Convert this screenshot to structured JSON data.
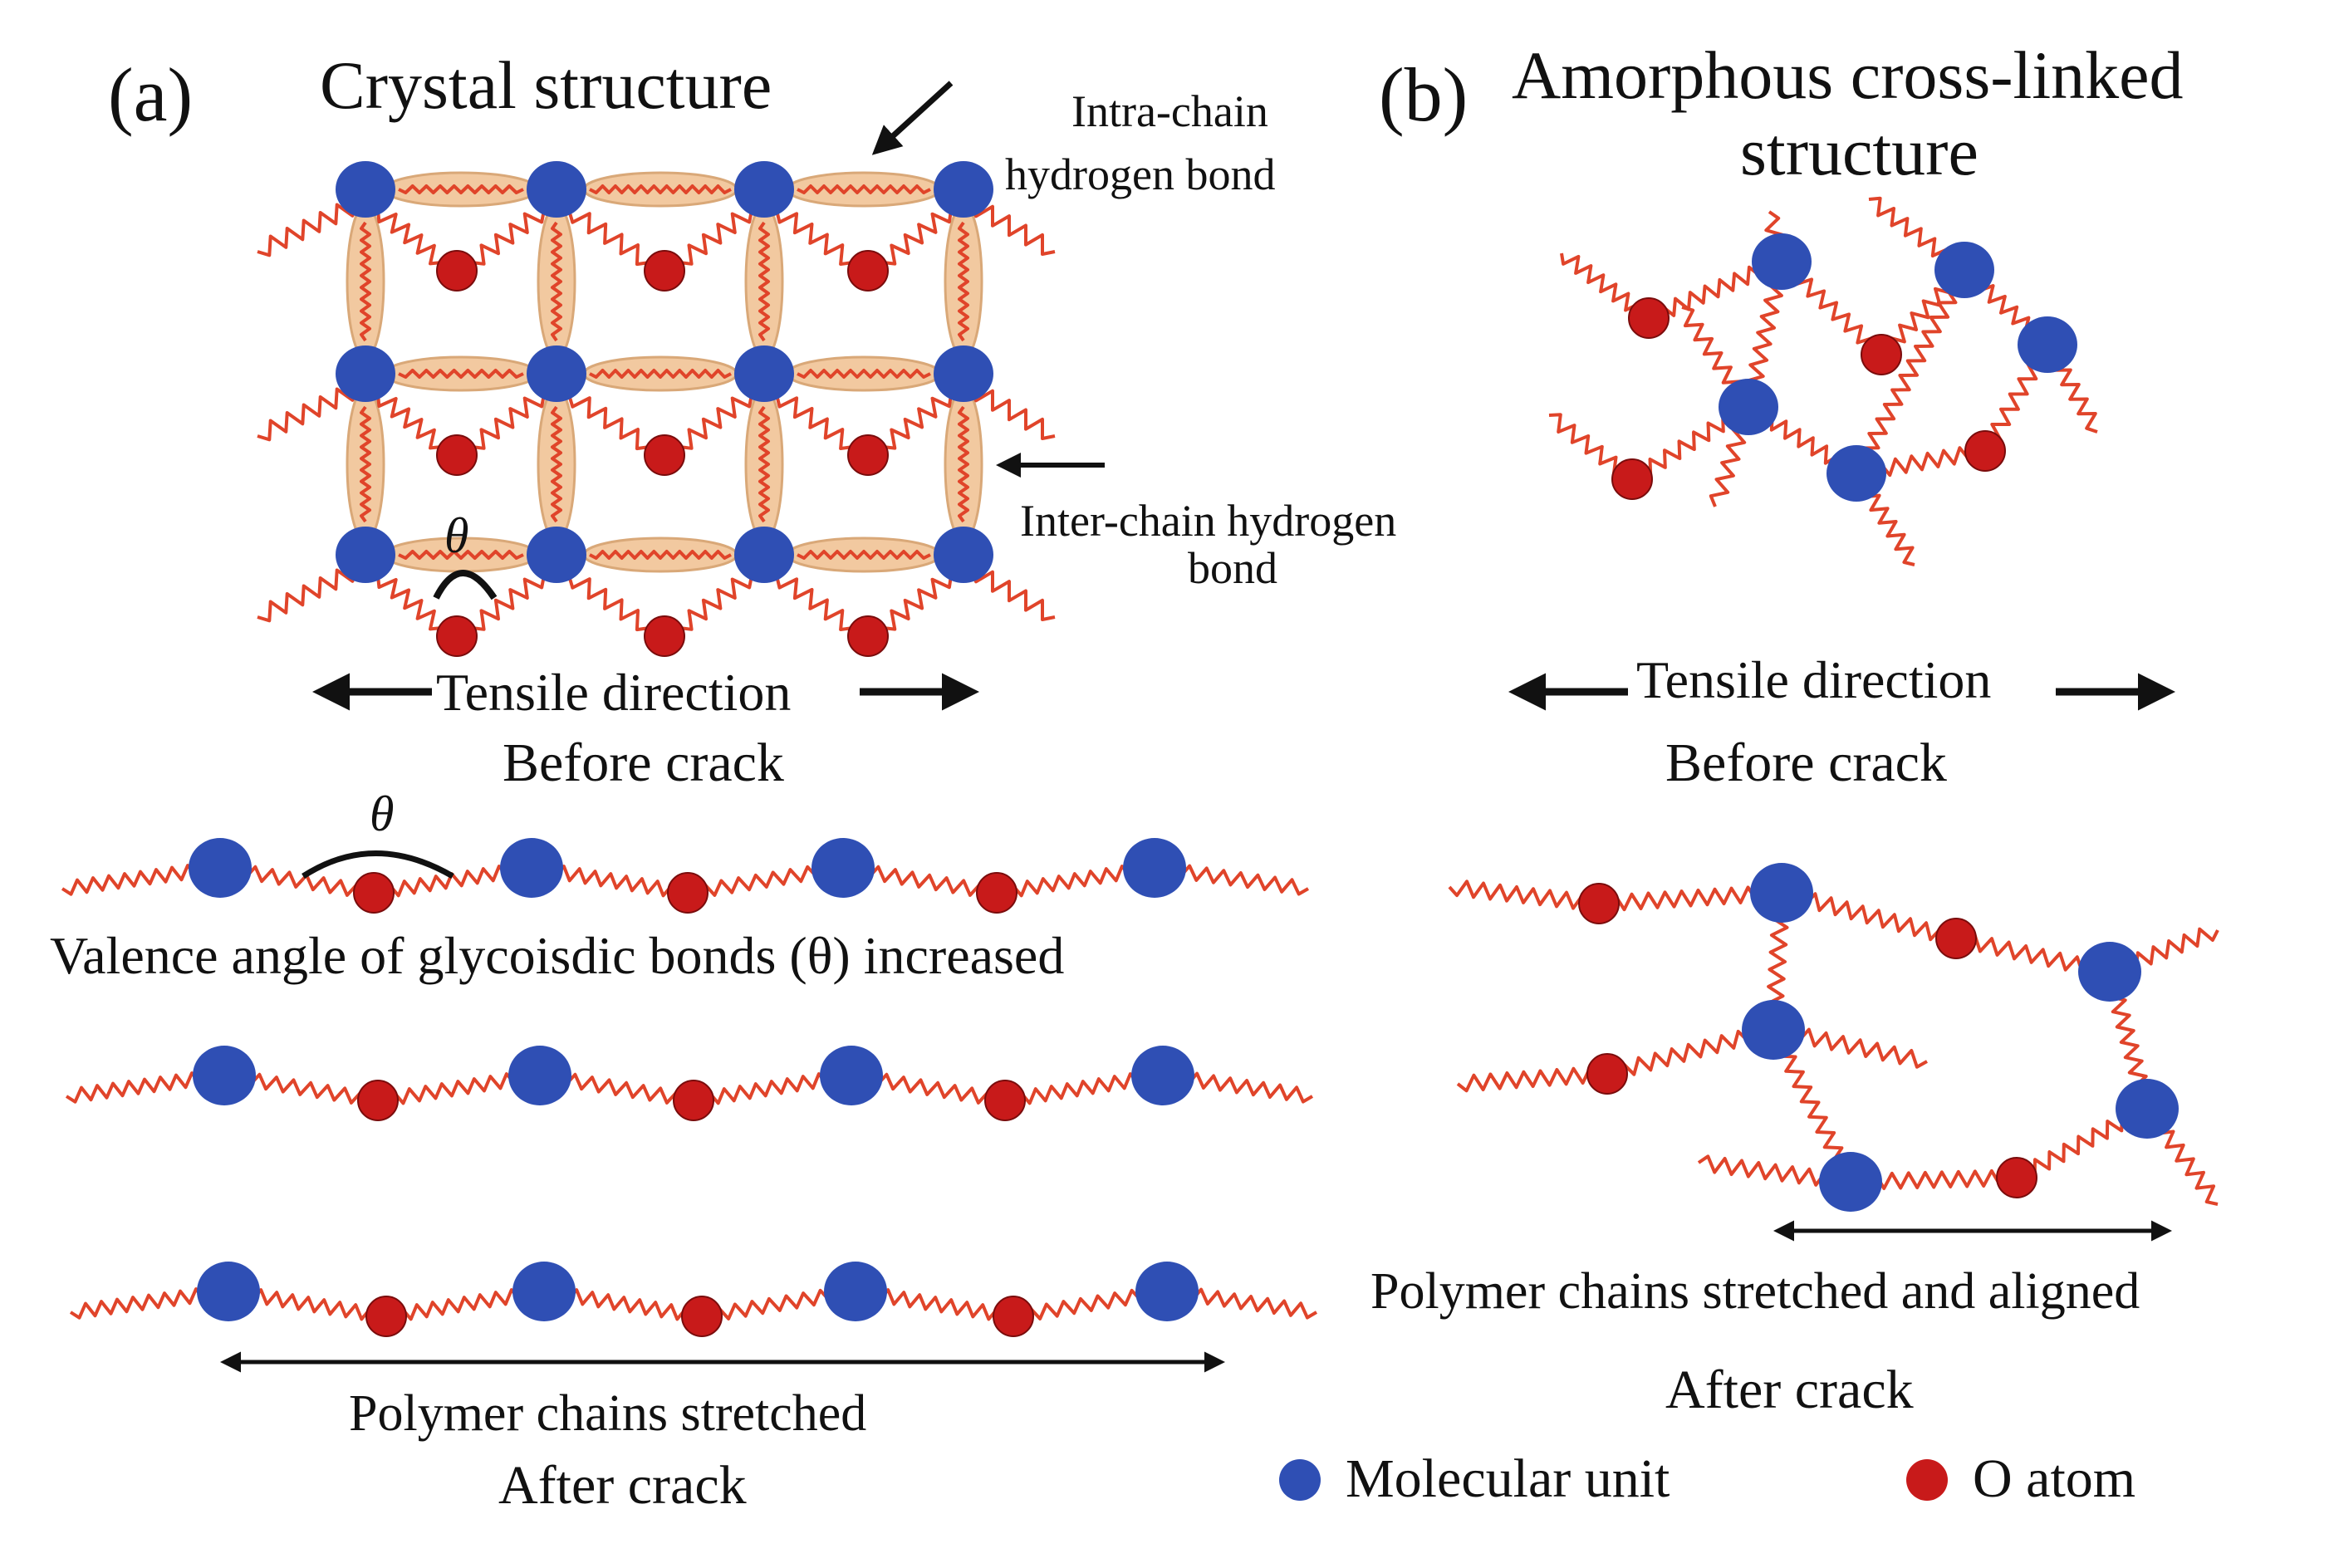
{
  "panel_a": {
    "label": "(a)",
    "title": "Crystal structure",
    "intra_label_1": "Intra-chain",
    "intra_label_2": "hydrogen bond",
    "inter_label_1": "Inter-chain hydrogen",
    "inter_label_2": "bond",
    "theta": "θ",
    "tensile_label": "Tensile direction",
    "before_crack": "Before crack",
    "valence_label": "Valence angle of glycoisdic bonds (θ) increased",
    "stretched_label": "Polymer chains  stretched",
    "after_crack": "After crack"
  },
  "panel_b": {
    "label": "(b)",
    "title_1": "Amorphous cross-linked",
    "title_2": "structure",
    "tensile_label": "Tensile direction",
    "before_crack": "Before crack",
    "aligned_label": "Polymer chains  stretched and aligned",
    "after_crack": "After crack"
  },
  "legend": {
    "molecular_unit": "Molecular unit",
    "o_atom": "O atom"
  },
  "colors": {
    "molecular_unit": "#2f4fb4",
    "o_atom": "#c81a1a",
    "chain": "#e0442a",
    "hydrogen_bond": "#f2c9a0"
  }
}
